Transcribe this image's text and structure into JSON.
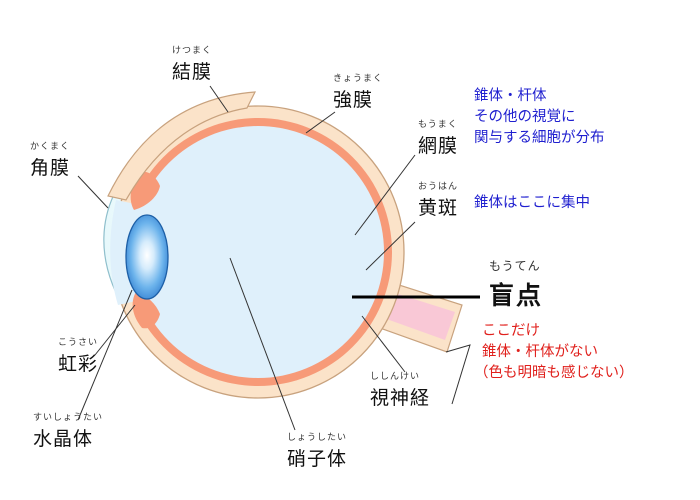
{
  "labels": {
    "conjunctiva": {
      "ruby": "けつまく",
      "text": "結膜"
    },
    "sclera": {
      "ruby": "きょうまく",
      "text": "強膜"
    },
    "retina": {
      "ruby": "もうまく",
      "text": "網膜"
    },
    "macula": {
      "ruby": "おうはん",
      "text": "黄斑"
    },
    "cornea": {
      "ruby": "かくまく",
      "text": "角膜"
    },
    "blind_spot": {
      "ruby": "もうてん",
      "text": "盲点"
    },
    "iris": {
      "ruby": "こうさい",
      "text": "虹彩"
    },
    "optic_nerve": {
      "ruby": "ししんけい",
      "text": "視神経"
    },
    "lens": {
      "ruby": "すいしょうたい",
      "text": "水晶体"
    },
    "vitreous": {
      "ruby": "しょうしたい",
      "text": "硝子体"
    }
  },
  "notes": {
    "retina_note": [
      "錐体・杆体",
      "その他の視覚に",
      "関与する細胞が分布"
    ],
    "macula_note": "錐体はここに集中",
    "blind_spot_note": [
      "ここだけ",
      "錐体・杆体がない",
      "（色も明暗も感じない）"
    ]
  },
  "colors": {
    "note_blue": "#1f1fcf",
    "note_red": "#e0201c",
    "sclera": "#fbe3c9",
    "retina": "#f79a78",
    "vitreous": "#dff0fb",
    "lens": "#4c9ee0",
    "optic_nerve": "#f9c8d6"
  }
}
